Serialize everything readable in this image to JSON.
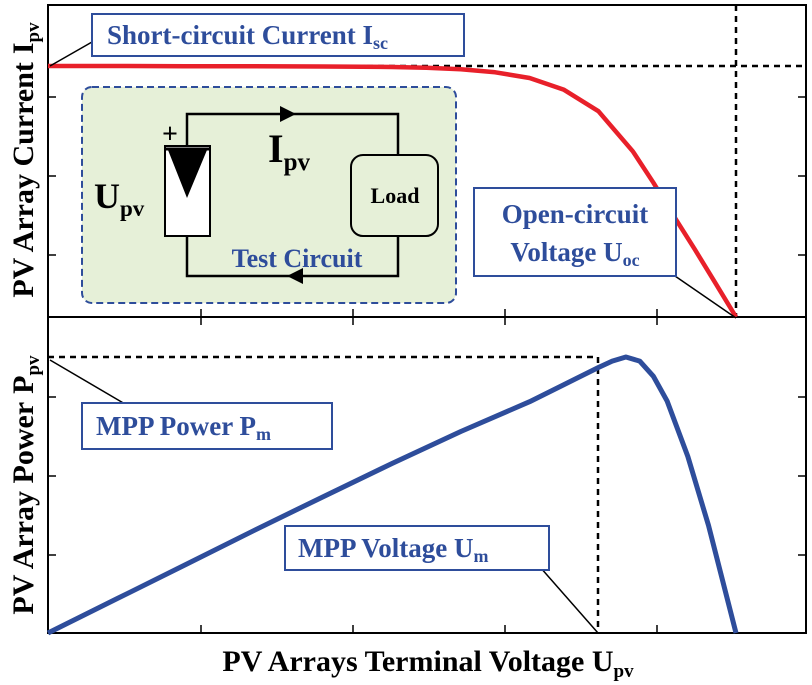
{
  "chart_data": [
    {
      "type": "line",
      "ylabel": "PV Array Current",
      "ylabel_sub": "pv",
      "ylabel_base": "I",
      "grid": false,
      "series": [
        {
          "color": "#e8202a",
          "x": [
            0,
            0.1,
            0.2,
            0.3,
            0.4,
            0.5,
            0.55,
            0.6,
            0.65,
            0.7,
            0.75,
            0.8,
            0.85,
            0.88,
            0.91,
            0.94,
            0.97,
            1.0
          ],
          "y": [
            1.0,
            1.0,
            0.999,
            0.999,
            0.998,
            0.996,
            0.993,
            0.987,
            0.975,
            0.952,
            0.905,
            0.82,
            0.66,
            0.535,
            0.4,
            0.27,
            0.135,
            0.0
          ]
        }
      ],
      "reference_lines": {
        "isc_level": 1.0,
        "uoc_x": 1.0
      },
      "annotations": {
        "isc": {
          "text": "Short-circuit Current I",
          "sub": "sc"
        },
        "uoc_line1": "Open-circuit",
        "uoc_line2": {
          "text": "Voltage U",
          "sub": "oc"
        }
      }
    },
    {
      "type": "line",
      "ylabel": "PV Array Power",
      "ylabel_base": "P",
      "ylabel_sub": "pv",
      "xlabel": "PV Arrays Terminal Voltage U",
      "xlabel_sub": "pv",
      "grid": false,
      "series": [
        {
          "color": "#2e4d9b",
          "x": [
            0,
            0.1,
            0.2,
            0.3,
            0.4,
            0.5,
            0.6,
            0.7,
            0.75,
            0.8,
            0.82,
            0.84,
            0.86,
            0.88,
            0.9,
            0.93,
            0.96,
            1.0
          ],
          "y": [
            0,
            0.124,
            0.248,
            0.372,
            0.494,
            0.614,
            0.73,
            0.838,
            0.9,
            0.962,
            0.985,
            1.0,
            0.985,
            0.93,
            0.84,
            0.64,
            0.39,
            0.0
          ]
        }
      ],
      "mpp": {
        "x": 0.84,
        "y": 1.0
      },
      "annotations": {
        "pm": {
          "text": "MPP Power P",
          "sub": "m"
        },
        "um": {
          "text": "MPP Voltage U",
          "sub": "m"
        }
      }
    }
  ],
  "inset": {
    "title": "Test Circuit",
    "current_base": "I",
    "current_sub": "pv",
    "voltage_base": "U",
    "voltage_sub": "pv",
    "plus": "+",
    "load": "Load",
    "fill_color": "#e6f0d8",
    "border_color": "#2e4d9b"
  },
  "colors": {
    "current_curve": "#e8202a",
    "power_curve": "#2e4d9b",
    "annotation_text": "#2e4d9b",
    "annotation_border": "#2e4d9b"
  }
}
